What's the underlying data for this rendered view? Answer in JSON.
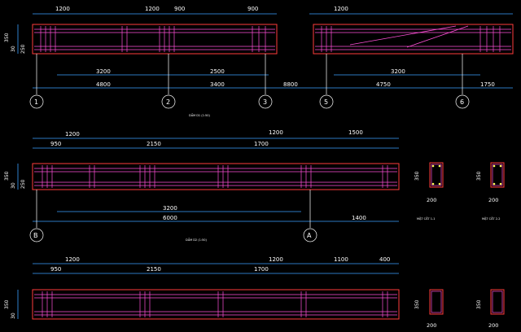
{
  "drawing": {
    "colors": {
      "background": "#000000",
      "dimension": "#ffffff",
      "dimension_line": "#3aa0ff",
      "beam_outline": "#ff3b3b",
      "rebar": "#ff4fd8",
      "stirrup": "#ff4fd8",
      "grid_axis": "#ffffff",
      "callout": "#ffff55",
      "section_outline": "#ff3b3b",
      "section_bar": "#ffff55"
    },
    "beam1": {
      "top_dims": [
        "1200",
        "1200",
        "900",
        "900",
        "1200"
      ],
      "height_labels": [
        "350",
        "30",
        "250"
      ],
      "inner_dims": [
        "3200",
        "2500",
        "3200"
      ],
      "span_dims": [
        "4800",
        "3400",
        "8800",
        "4750",
        "1750"
      ],
      "axes": [
        "1",
        "2",
        "3",
        "5",
        "6"
      ],
      "caption": "DẦM D1 (1:50)"
    },
    "beam2": {
      "top_dims": [
        "1200",
        "950",
        "2150",
        "1200",
        "1700",
        "1500"
      ],
      "height_labels": [
        "350",
        "30",
        "250"
      ],
      "inner_dims": [
        "3200"
      ],
      "span_dims": [
        "6000",
        "1400"
      ],
      "axes": [
        "B",
        "A"
      ],
      "caption": "DẦM D2 (1:50)"
    },
    "beam3": {
      "top_dims": [
        "1200",
        "950",
        "2150",
        "1200",
        "1700",
        "1100",
        "400"
      ],
      "height_labels": [
        "350",
        "30"
      ]
    },
    "sections": [
      {
        "label_w": "200",
        "label_h": "350",
        "caption": "MẶT CẮT 1-1"
      },
      {
        "label_w": "200",
        "label_h": "350",
        "caption": "MẶT CẮT 2-2"
      },
      {
        "label_w": "200",
        "label_h": "350",
        "caption": ""
      },
      {
        "label_w": "200",
        "label_h": "350",
        "caption": ""
      }
    ]
  }
}
